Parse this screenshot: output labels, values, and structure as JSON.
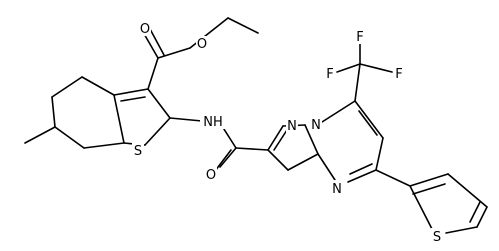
{
  "atoms": {
    "O1": "O",
    "O2": "O",
    "O3": "O",
    "S1": "S",
    "S2": "S",
    "NH": "NH",
    "N1": "N",
    "N2": "N",
    "N3": "N",
    "F1": "F",
    "F2": "F",
    "F3": "F"
  },
  "colors": {
    "bond": "#000000",
    "background": "#ffffff"
  }
}
